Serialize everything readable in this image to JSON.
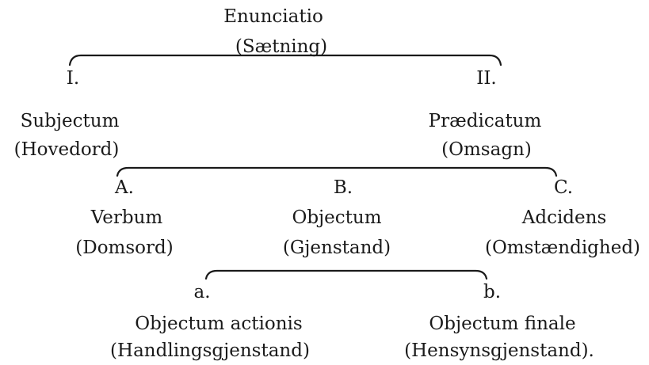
{
  "root": {
    "label": "Enunciatio",
    "gloss": "(Sætning)"
  },
  "level1": [
    {
      "marker": "I.",
      "label": "Subjectum",
      "gloss": "(Hovedord)"
    },
    {
      "marker": "II.",
      "label": "Prædicatum",
      "gloss": "(Omsagn)"
    }
  ],
  "level2": [
    {
      "marker": "A.",
      "label": "Verbum",
      "gloss": "(Domsord)"
    },
    {
      "marker": "B.",
      "label": "Objectum",
      "gloss": "(Gjenstand)"
    },
    {
      "marker": "C.",
      "label": "Adcidens",
      "gloss": "(Omstændighed)"
    }
  ],
  "level3": [
    {
      "marker": "a.",
      "label": "Objectum actionis",
      "gloss": "(Handlingsgjenstand)"
    },
    {
      "marker": "b.",
      "label": "Objectum finale",
      "gloss": "(Hensynsgjenstand)."
    }
  ]
}
